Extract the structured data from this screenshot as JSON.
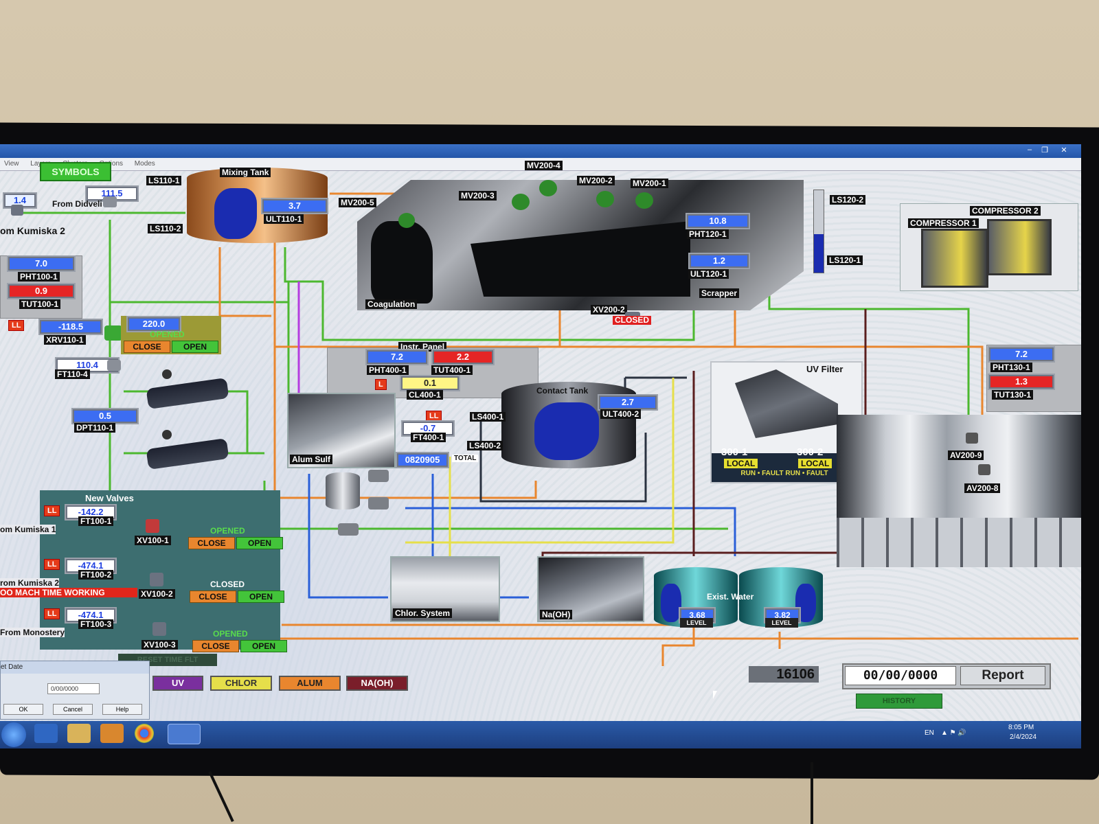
{
  "window": {
    "menu": [
      "View",
      "Layers",
      "Clusters",
      "Options",
      "Modes"
    ],
    "controls": [
      "–",
      "❐",
      "✕"
    ]
  },
  "symbols_button": "SYMBOLS",
  "inlet": {
    "flow_value": "1.4",
    "didveli_value": "111.5",
    "didveli_label": "From Didveli",
    "kumiska_label": "om Kumiska 2"
  },
  "mixing_tank": {
    "title": "Mixing Tank",
    "ls_top": "LS110-1",
    "ls_bottom": "LS110-2",
    "level_value": "3.7",
    "level_tag": "ULT110-1"
  },
  "valves_top": {
    "mv200_4": "MV200-4",
    "mv200_2": "MV200-2",
    "mv200_1": "MV200-1",
    "mv200_3": "MV200-3",
    "mv200_5": "MV200-5"
  },
  "coagulation": {
    "label": "Coagulation"
  },
  "scrapper": {
    "label": "Scrapper"
  },
  "ph120": {
    "value": "10.8",
    "tag": "PHT120-1"
  },
  "ul120": {
    "value": "1.2",
    "tag": "ULT120-1"
  },
  "ls120": {
    "top": "LS120-2",
    "bottom": "LS120-1"
  },
  "compressors": {
    "c2": "COMPRESSOR 2",
    "c1": "COMPRESSOR 1"
  },
  "ph100": {
    "value": "7.0",
    "tag": "PHT100-1"
  },
  "tu100": {
    "value": "0.9",
    "tag": "TUT100-1"
  },
  "xrv110": {
    "ll": "LL",
    "flow": "-118.5",
    "tag": "XRV110-1",
    "setpoint": "220.0",
    "status": "OPENED",
    "close": "CLOSE",
    "open": "OPEN"
  },
  "ft110": {
    "value": "110.4",
    "tag": "FT110-4"
  },
  "dpt110": {
    "value": "0.5",
    "tag": "DPT110-1"
  },
  "xv200_2": {
    "tag": "XV200-2",
    "status": "CLOSED"
  },
  "instr_panel": {
    "title": "Instr. Panel",
    "ph_value": "7.2",
    "ph_tag": "PHT400-1",
    "tu_value": "2.2",
    "tu_tag": "TUT400-1",
    "l_badge": "L",
    "cl_value": "0.1",
    "cl_tag": "CL400-1"
  },
  "ft400": {
    "ll": "LL",
    "value": "-0.7",
    "tag": "FT400-1",
    "total": "0820905",
    "total_label": "TOTAL"
  },
  "alum": {
    "label": "Alum Sulf"
  },
  "contact_tank": {
    "title": "Contact Tank",
    "level_value": "2.7",
    "level_tag": "ULT400-2",
    "ls_top": "LS400-1",
    "ls_bottom": "LS400-2"
  },
  "uv_filter": {
    "title": "UV Filter",
    "unit1": "300-1",
    "unit2": "300-2",
    "mode1": "LOCAL",
    "mode2": "LOCAL",
    "status_line": "RUN • FAULT RUN • FAULT"
  },
  "ph130": {
    "value": "7.2",
    "tag": "PHT130-1"
  },
  "tu130": {
    "value": "1.3",
    "tag": "TUT130-1"
  },
  "silos": {
    "av1": "AV200-9",
    "av2": "AV200-8"
  },
  "new_valves": {
    "title": "New Valves",
    "rows": [
      {
        "ll": "LL",
        "flow": "-142.2",
        "ft": "FT100-1",
        "source": "om Kumiska 1",
        "xv": "XV100-1",
        "status": "OPENED",
        "close": "CLOSE",
        "open": "OPEN"
      },
      {
        "ll": "LL",
        "flow": "-474.1",
        "ft": "FT100-2",
        "source": "rom Kumiska 2",
        "xv": "XV100-2",
        "status": "CLOSED",
        "close": "CLOSE",
        "open": "OPEN",
        "warning": "OO MACH TIME WORKING"
      },
      {
        "ll": "LL",
        "flow": "-474.1",
        "ft": "FT100-3",
        "source": "From Monostery",
        "xv": "XV100-3",
        "status": "OPENED",
        "close": "CLOSE",
        "open": "OPEN"
      }
    ]
  },
  "reset_time": "RESET TIME FLT",
  "chlor": {
    "label": "Chlor. System"
  },
  "naoh": {
    "label": "Na(OH)"
  },
  "exist_water": {
    "title": "Exist. Water",
    "level1": "3.68",
    "level2": "3.82",
    "level_label": "LEVEL"
  },
  "set_date_dialog": {
    "title": "et Date",
    "value": "0/00/0000",
    "ok": "OK",
    "cancel": "Cancel",
    "help": "Help"
  },
  "bottom_buttons": {
    "uv": "UV",
    "chlor": "CHLOR",
    "alum": "ALUM",
    "naoh": "NA(OH)"
  },
  "counter": "16106",
  "report": {
    "date": "00/00/0000",
    "button": "Report",
    "history": "HISTORY"
  },
  "taskbar": {
    "lang": "EN",
    "time": "8:05 PM",
    "date": "2/4/2024"
  },
  "colors": {
    "value_blue": "#3c6df2",
    "alarm_red": "#e52525",
    "open_green": "#43c43a",
    "close_orange": "#e9862e",
    "pipe_green": "#4cb82f",
    "pipe_orange": "#e9862e",
    "pipe_blue": "#2a5fd8",
    "pipe_yellow": "#e6df4a",
    "pipe_purple": "#b53ce0"
  }
}
